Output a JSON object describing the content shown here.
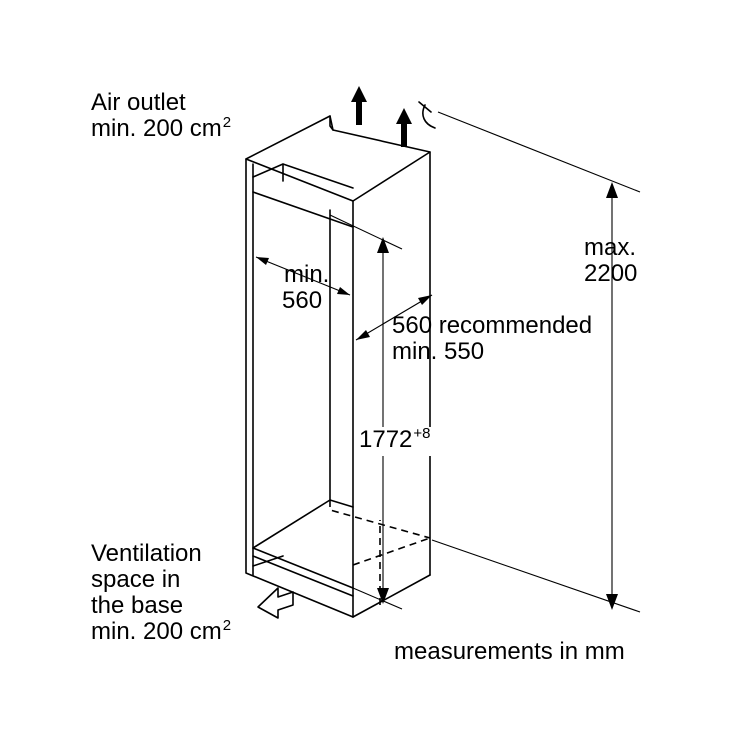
{
  "labels": {
    "air_outlet_line1": "Air outlet",
    "air_outlet_line2": "min. 200 cm",
    "air_outlet_sup": "2",
    "max_height_line1": "max.",
    "max_height_line2": "2200",
    "inner_width_line1": "min.",
    "inner_width_line2": "560",
    "depth_line1": "560 recommended",
    "depth_line2": "min. 550",
    "niche_height": "1772",
    "niche_height_sup": "+8",
    "vent_line1": "Ventilation",
    "vent_line2": "space in",
    "vent_line3": "the base",
    "vent_line4": "min. 200 cm",
    "vent_sup": "2",
    "units_note": "measurements in mm"
  }
}
